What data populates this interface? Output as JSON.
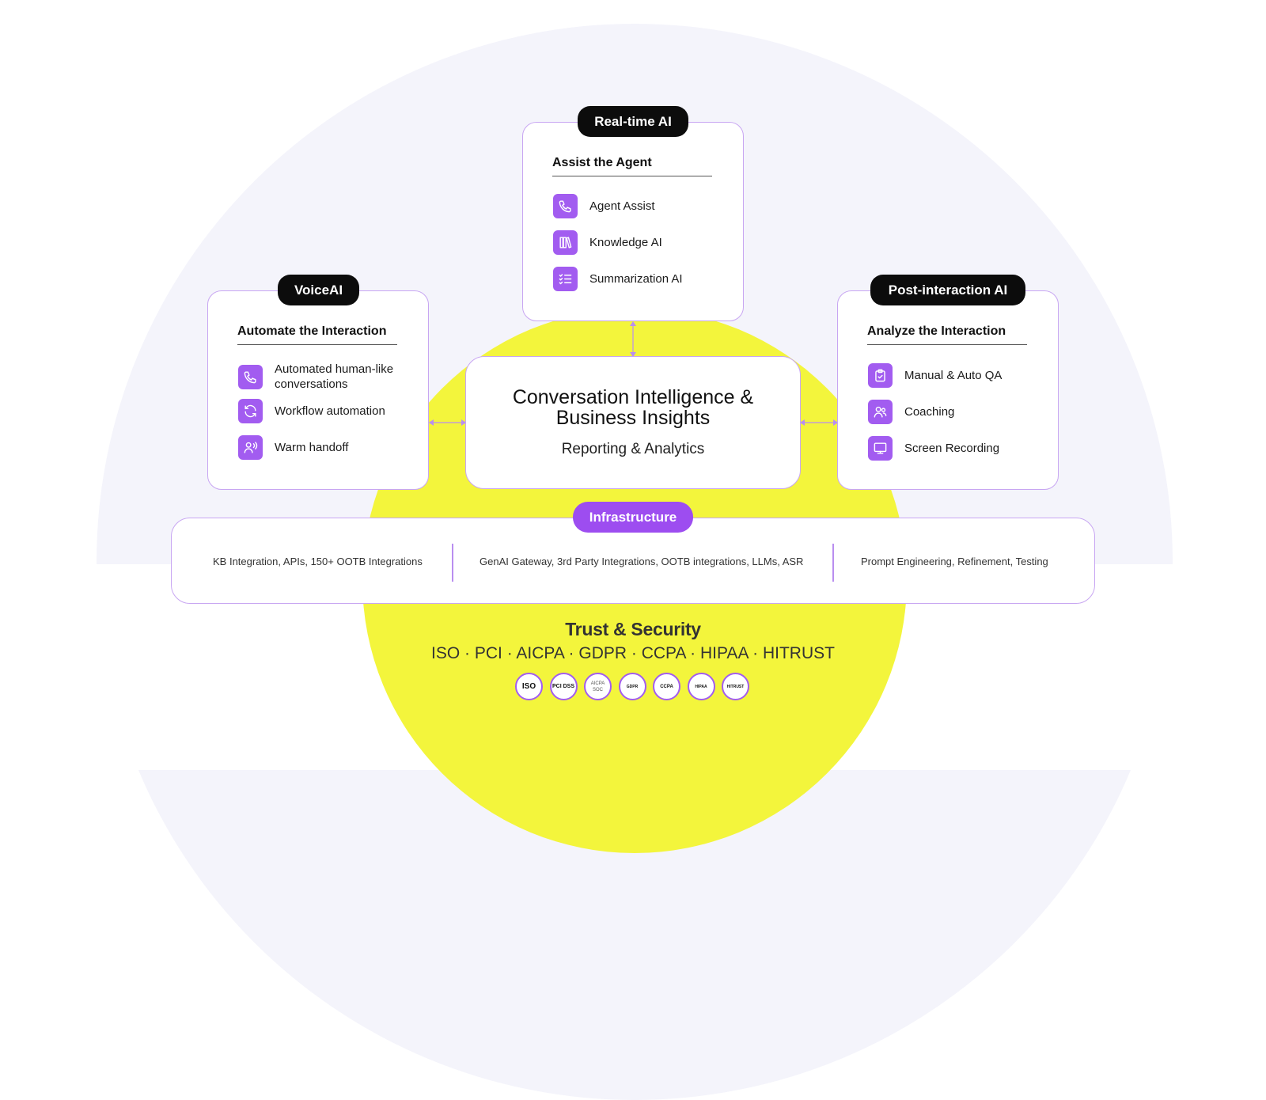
{
  "colors": {
    "accent": "#a25cf0",
    "infrastructure_pill": "#9d4df0",
    "card_border": "#c8a6f2",
    "core_circle": "#f3f53c",
    "halo": "#f4f4fb",
    "pill_dark": "#0c0c0c"
  },
  "realtime": {
    "pill": "Real-time AI",
    "heading": "Assist the Agent",
    "items": [
      {
        "label": "Agent Assist",
        "icon": "phone-icon"
      },
      {
        "label": "Knowledge AI",
        "icon": "book-icon"
      },
      {
        "label": "Summarization AI",
        "icon": "checklist-icon"
      }
    ]
  },
  "voice": {
    "pill": "VoiceAI",
    "heading": "Automate the Interaction",
    "items": [
      {
        "label": "Automated human-like conversations",
        "icon": "phone-icon"
      },
      {
        "label": "Workflow automation",
        "icon": "refresh-icon"
      },
      {
        "label": "Warm handoff",
        "icon": "user-voice-icon"
      }
    ]
  },
  "post": {
    "pill": "Post-interaction AI",
    "heading": "Analyze the Interaction",
    "items": [
      {
        "label": "Manual & Auto QA",
        "icon": "clipboard-check-icon"
      },
      {
        "label": "Coaching",
        "icon": "users-icon"
      },
      {
        "label": "Screen Recording",
        "icon": "monitor-icon"
      }
    ]
  },
  "center": {
    "title": "Conversation Intelligence & Business Insights",
    "subtitle": "Reporting & Analytics"
  },
  "infrastructure": {
    "pill": "Infrastructure",
    "columns": [
      "KB Integration, APIs, 150+ OOTB Integrations",
      "GenAI Gateway, 3rd Party Integrations, OOTB integrations, LLMs, ASR",
      "Prompt Engineering, Refinement, Testing"
    ]
  },
  "trust": {
    "title": "Trust & Security",
    "list": "ISO · PCI · AICPA · GDPR · CCPA · HIPAA · HITRUST",
    "badges": [
      "ISO",
      "PCI DSS",
      "AICPA SOC",
      "GDPR",
      "CCPA",
      "HIPAA",
      "HITRUST"
    ]
  }
}
